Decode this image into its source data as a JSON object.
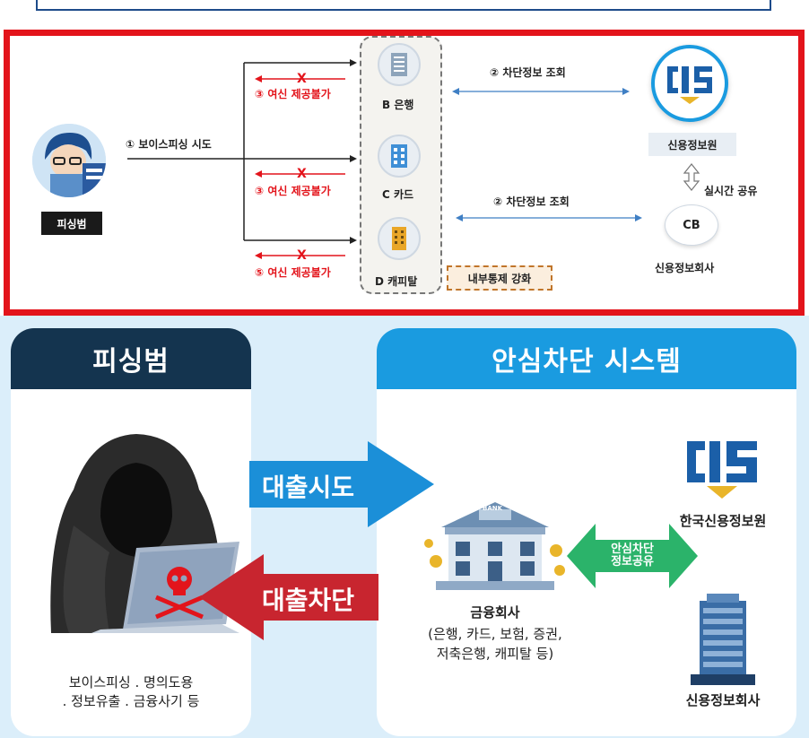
{
  "top_diagram": {
    "phisher_label": "피싱범",
    "attempt_label": "① 보이스피싱 시도",
    "block_labels": [
      "③ 여신 제공불가",
      "③ 여신 제공불가",
      "⑤ 여신 제공불가"
    ],
    "x_mark": "X",
    "institutions": [
      "B 은행",
      "C 카드",
      "D 캐피탈"
    ],
    "share_labels": [
      "② 차단정보 조회",
      "② 차단정보 조회"
    ],
    "cis_name": "신용정보원",
    "cis_logo": "CIS",
    "realtime_label": "실시간 공유",
    "cb_logo": "CB",
    "cb_name": "신용정보회사",
    "internal_control": "내부통제 강화"
  },
  "left_panel": {
    "title": "피싱범",
    "caption_line1": "보이스피싱 . 명의도용",
    "caption_line2": ". 정보유출 . 금융사기 등"
  },
  "arrows": {
    "loan_attempt": "대출시도",
    "loan_block": "대출차단"
  },
  "right_panel": {
    "title": "안심차단 시스템",
    "cis_name": "한국신용정보원",
    "bank_sign": "BANK",
    "fin_name": "금융회사",
    "fin_detail1": "(은행, 카드, 보험, 증권,",
    "fin_detail2": "저축은행, 캐피탈 등)",
    "share_line1": "안심차단",
    "share_line2": "정보공유",
    "credit_name": "신용정보회사"
  },
  "colors": {
    "red_frame": "#e3141b",
    "dark_navy": "#14344f",
    "sky_blue": "#1a9be0",
    "arrow_blue": "#1b8fd8",
    "arrow_red": "#c8252f",
    "share_green": "#2bb36a",
    "lower_background": "#dbeefa"
  }
}
